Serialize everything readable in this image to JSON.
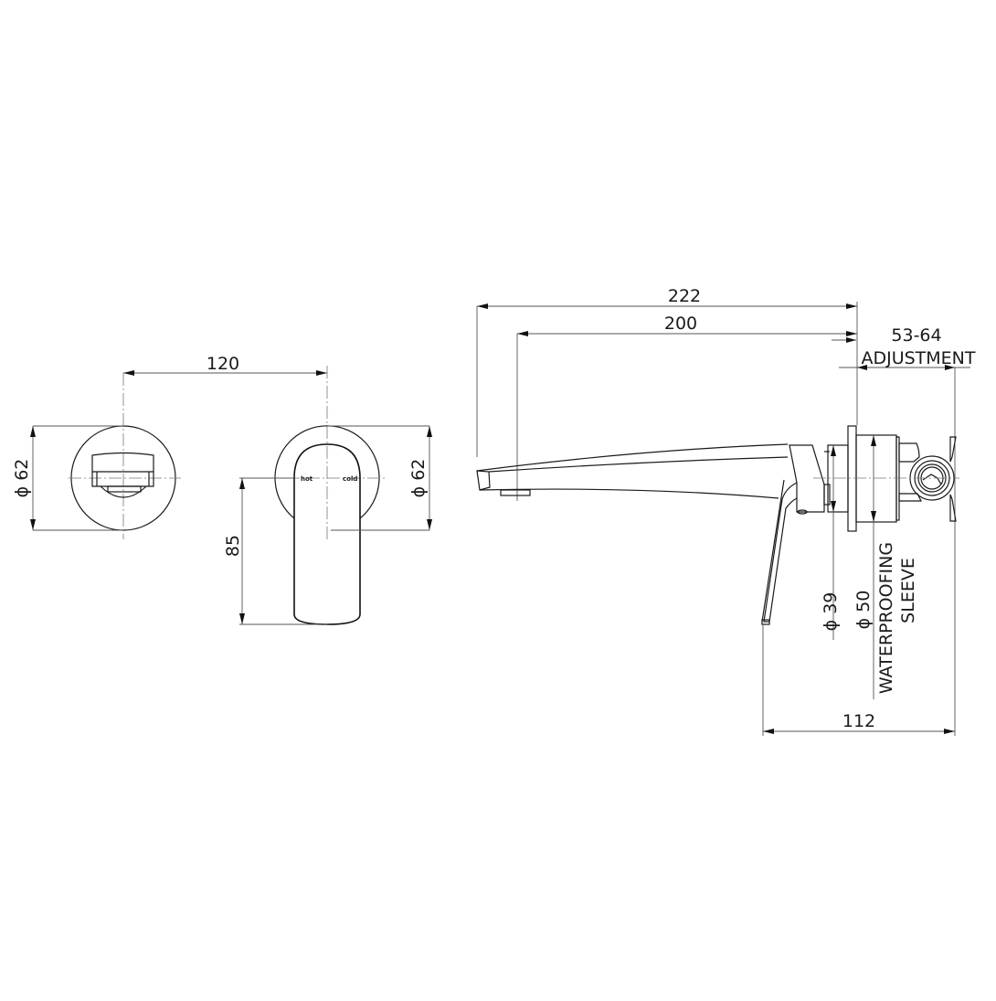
{
  "drawing": {
    "title": "Wall mixer with spout - dimensioned technical drawing",
    "units": "mm",
    "background": "#ffffff",
    "line_color": "#1a1a1a"
  },
  "views": {
    "front_spout_plate": {
      "diameter_label": "ϕ 62"
    },
    "front_mixer_plate": {
      "diameter_label": "ϕ 62",
      "hot_label": "hot",
      "cold_label": "cold",
      "lever_drop_label": "85"
    },
    "front_centres": {
      "spacing_label": "120"
    },
    "side_view": {
      "overall_length_label": "222",
      "spout_reach_label": "200",
      "adjustment_range_label": "53-64",
      "adjustment_text": "ADJUSTMENT",
      "body_diameter_label": "ϕ 39",
      "plate_diameter_label": "ϕ 50",
      "sleeve_line1": "WATERPROOFING",
      "sleeve_line2": "SLEEVE",
      "depth_label": "112"
    }
  }
}
